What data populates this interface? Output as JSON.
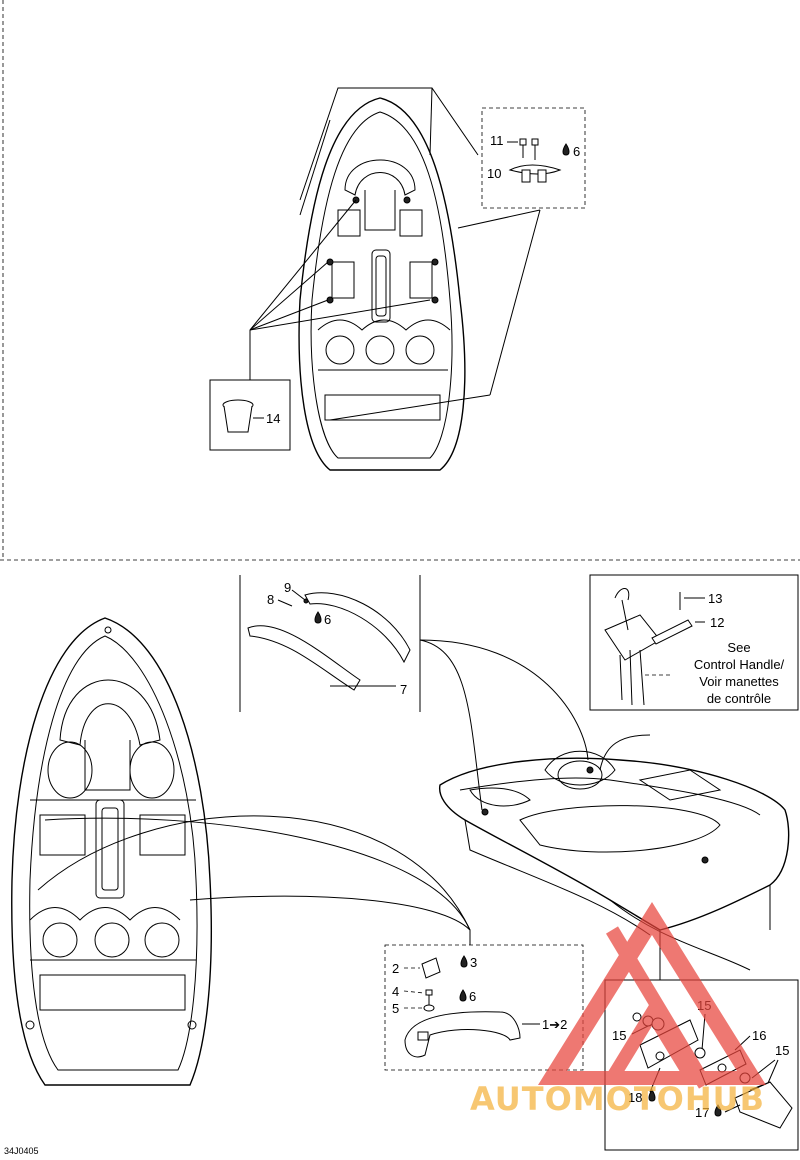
{
  "diagram_code": "34J0405",
  "labels": {
    "p1": "1",
    "p2": "2",
    "p3": "3",
    "p4": "4",
    "p5": "5",
    "p6": "6",
    "p7": "7",
    "p8": "8",
    "p9": "9",
    "p10": "10",
    "p11": "11",
    "p12": "12",
    "p13": "13",
    "p14": "14",
    "p15": "15",
    "p16": "16",
    "p17": "17",
    "p18": "18"
  },
  "callout_arrow": "1➔2",
  "see_note": [
    "See",
    "Control Handle/",
    "Voir manettes",
    "de contrôle"
  ],
  "watermark": {
    "text": "AUTOMOTOHUB",
    "color": "#f4b23c",
    "logo_color": "#e8453c"
  }
}
